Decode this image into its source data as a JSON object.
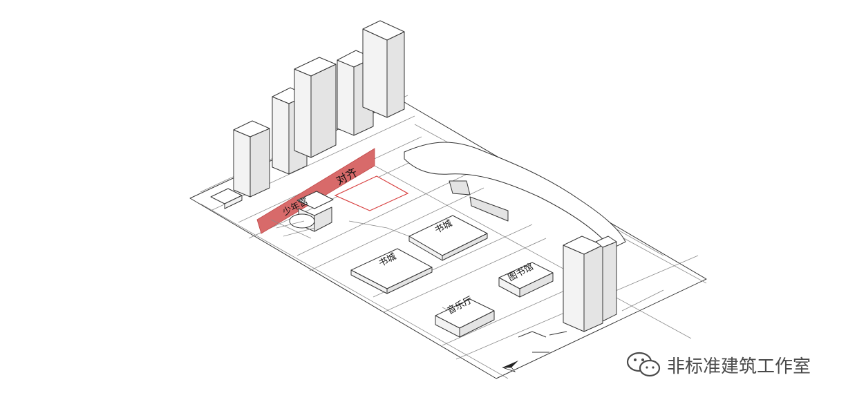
{
  "labels": {
    "align": "对齐",
    "youth_palace": "少年宫",
    "book_city_1": "书城",
    "book_city_2": "书城",
    "library": "图书馆",
    "concert_hall": "音乐厅"
  },
  "watermark": {
    "text": "非标准建筑工作室",
    "icon": "wechat-icon"
  },
  "colors": {
    "highlight": "#d86a6a",
    "outline_red": "#d84040",
    "line": "#333333"
  }
}
